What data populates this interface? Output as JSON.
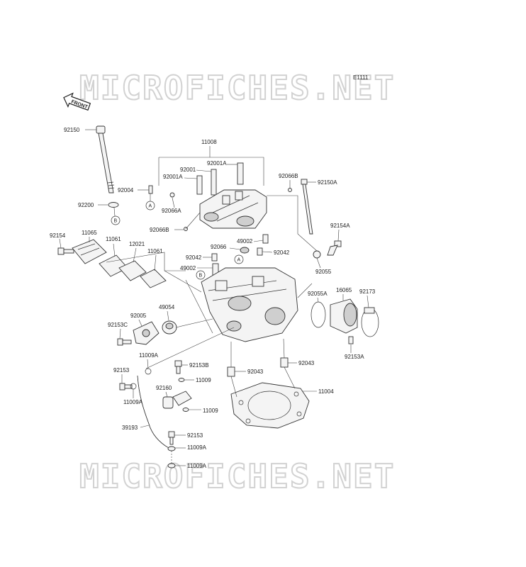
{
  "watermark": {
    "top": "MICROFICHES.NET",
    "bottom": "MICROFICHES.NET"
  },
  "diagram_code": "E1111",
  "front_label": "FRONT",
  "refs": {
    "a1": "A",
    "a2": "A",
    "b1": "B",
    "b2": "B"
  },
  "labels": {
    "p92150": "92150",
    "p11008": "11008",
    "p92001A_top": "92001A",
    "p92001": "92001",
    "p92001A": "92001A",
    "p92004": "92004",
    "p92066A": "92066A",
    "p92066B_top": "92066B",
    "p92150A": "92150A",
    "p92200": "92200",
    "p92066B": "92066B",
    "p92154": "92154",
    "p11065": "11065",
    "p11061a": "11061",
    "p12021": "12021",
    "p11061b": "11061",
    "p92154A": "92154A",
    "p49002_top": "49002",
    "p92066": "92066",
    "p92042a": "92042",
    "p92042b": "92042",
    "p49002": "49002",
    "p92055": "92055",
    "p92055A": "92055A",
    "p16065": "16065",
    "p92173": "92173",
    "p92005": "92005",
    "p49054": "49054",
    "p92153C": "92153C",
    "p92153A": "92153A",
    "p11009A_a": "11009A",
    "p92153B": "92153B",
    "p92153_a": "92153",
    "p92043a": "92043",
    "p92043b": "92043",
    "p11009_a": "11009",
    "p11004": "11004",
    "p11009A_b": "11009A",
    "p92160": "92160",
    "p11009_b": "11009",
    "p39193": "39193",
    "p92153_b": "92153",
    "p11009A_c": "11009A",
    "p11009A_d": "11009A"
  }
}
